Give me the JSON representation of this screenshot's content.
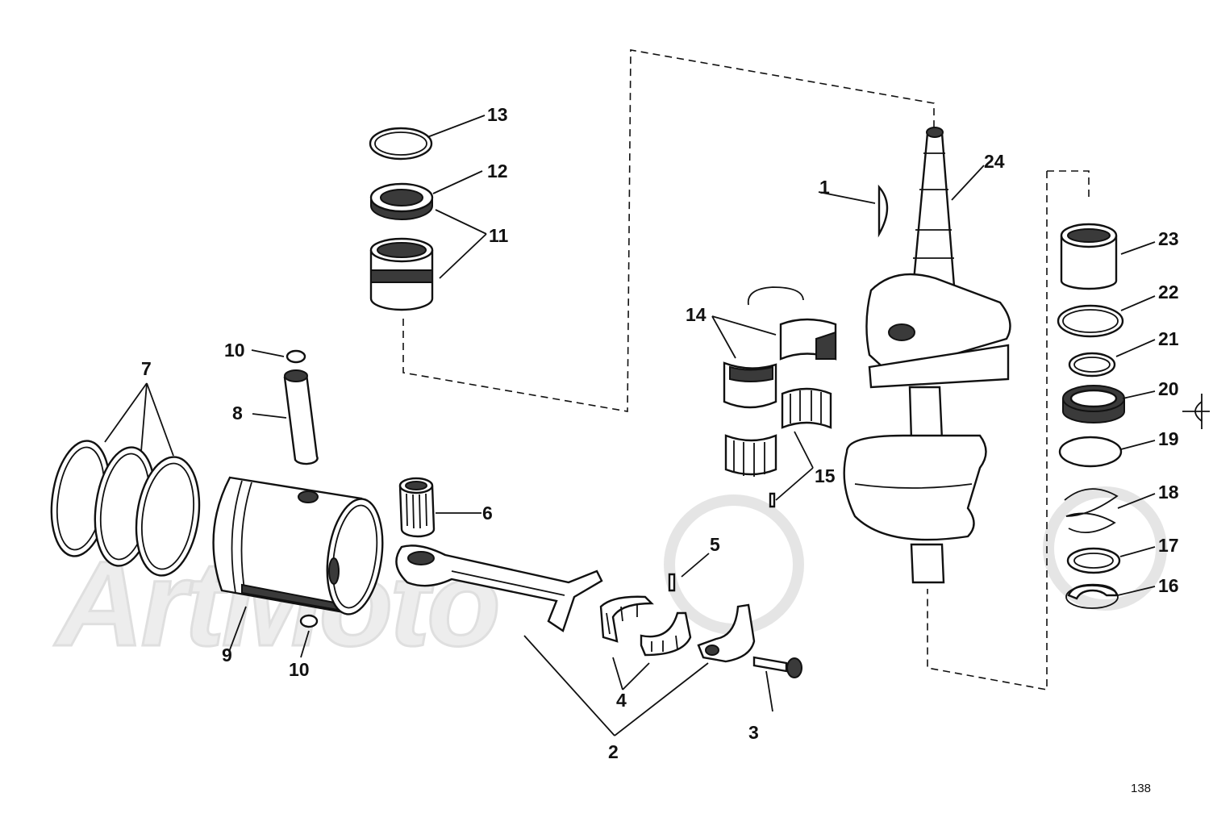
{
  "watermark": "ArtMoto",
  "page_number": "138",
  "labels": {
    "l1": "1",
    "l2": "2",
    "l3": "3",
    "l4": "4",
    "l5": "5",
    "l6": "6",
    "l7": "7",
    "l8": "8",
    "l9": "9",
    "l10a": "10",
    "l10b": "10",
    "l11": "11",
    "l12": "12",
    "l13": "13",
    "l14": "14",
    "l15": "15",
    "l16": "16",
    "l17": "17",
    "l18": "18",
    "l19": "19",
    "l20": "20",
    "l21": "21",
    "l22": "22",
    "l23": "23",
    "l24": "24"
  }
}
